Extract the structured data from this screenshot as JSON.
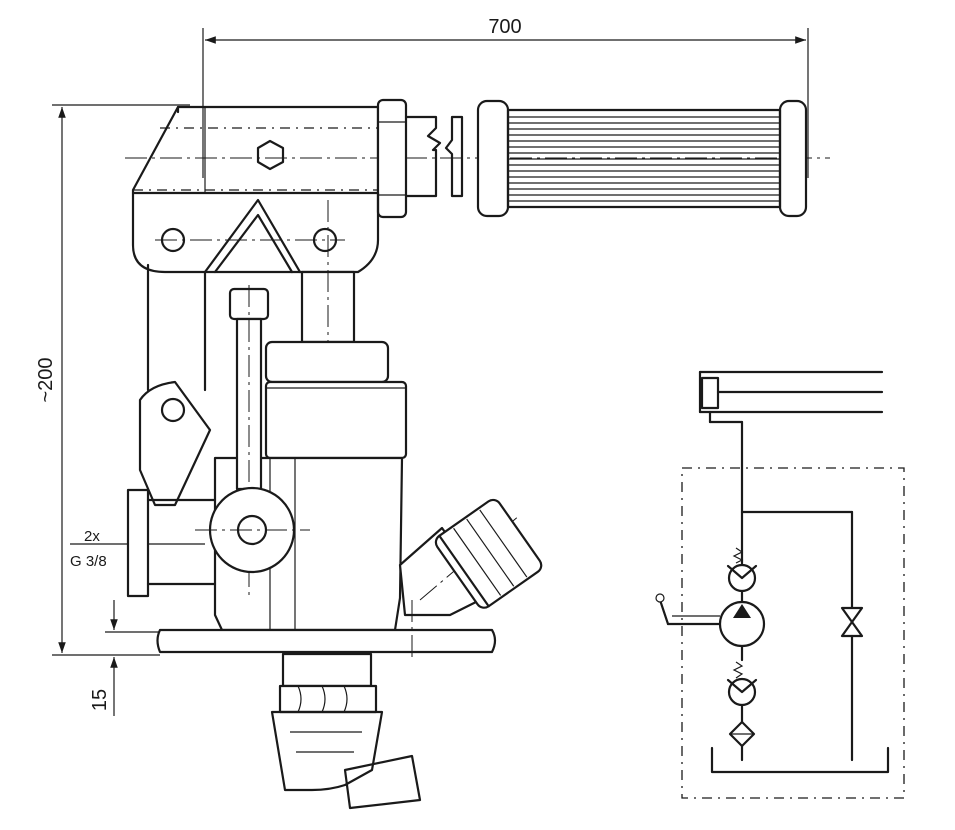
{
  "drawing": {
    "dimensions": {
      "handle_length": "700",
      "overall_height": "~200",
      "base_thickness": "15"
    },
    "port_callout": {
      "count": "2x",
      "thread": "G 3/8"
    }
  }
}
